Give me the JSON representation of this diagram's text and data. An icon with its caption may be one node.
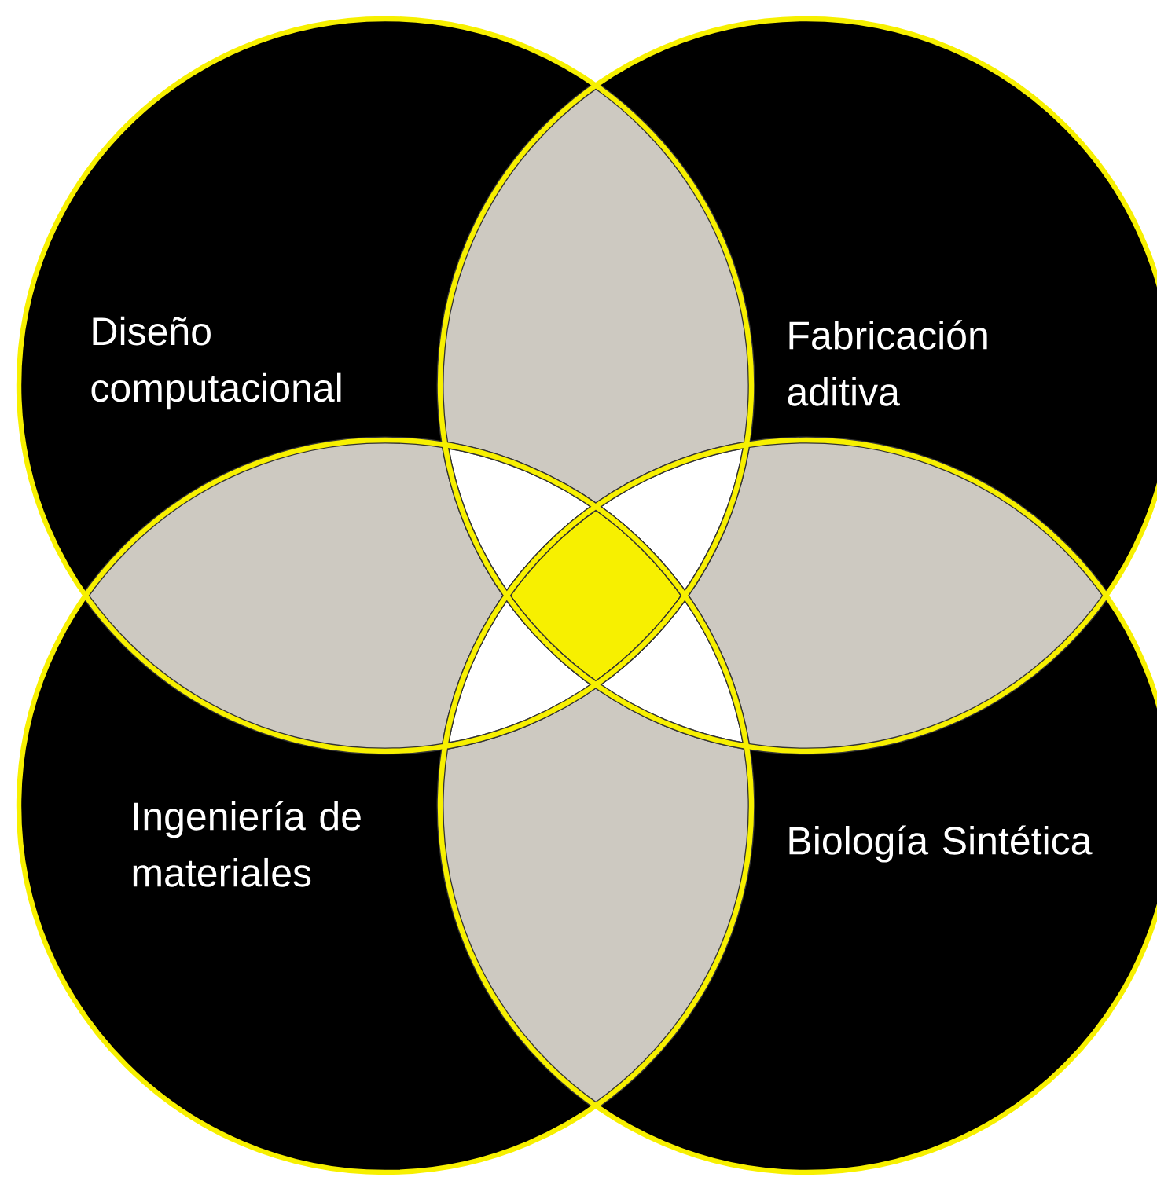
{
  "diagram": {
    "nodes": [
      {
        "text": [
          "Diseño computacional"
        ]
      },
      {
        "text": [
          "Fabricación aditiva"
        ]
      },
      {
        "text": [
          "Ingeniería de materiales"
        ]
      },
      {
        "text": [
          "Biología Sintética"
        ]
      }
    ]
  }
}
